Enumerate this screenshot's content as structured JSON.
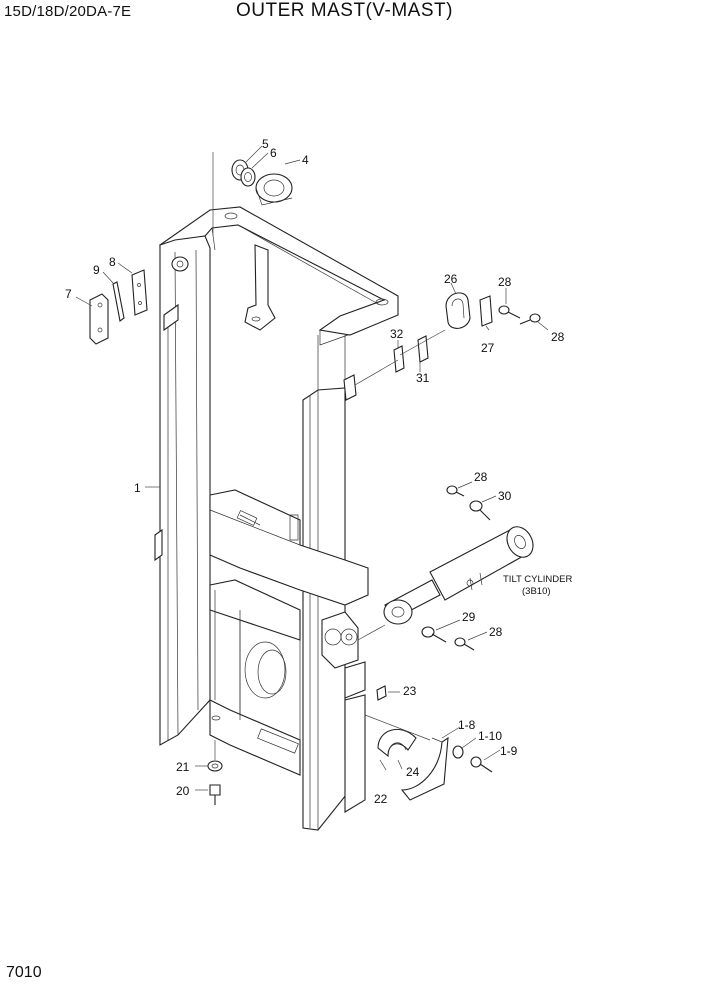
{
  "header": {
    "model": "15D/18D/20DA-7E",
    "title": "OUTER MAST(V-MAST)"
  },
  "footer": {
    "page_number": "7010"
  },
  "callouts": {
    "p1": "1",
    "p4": "4",
    "p5": "5",
    "p6": "6",
    "p7": "7",
    "p8": "8",
    "p9": "9",
    "p20": "20",
    "p21": "21",
    "p22": "22",
    "p23": "23",
    "p24": "24",
    "p26": "26",
    "p27": "27",
    "p28a": "28",
    "p28b": "28",
    "p28c": "28",
    "p28d": "28",
    "p29": "29",
    "p30": "30",
    "p31": "31",
    "p32": "32",
    "p1_8": "1-8",
    "p1_9": "1-9",
    "p1_10": "1-10"
  },
  "notes": {
    "tilt_cylinder": "TILT CYLINDER",
    "tilt_cylinder_ref": "(3B10)"
  }
}
